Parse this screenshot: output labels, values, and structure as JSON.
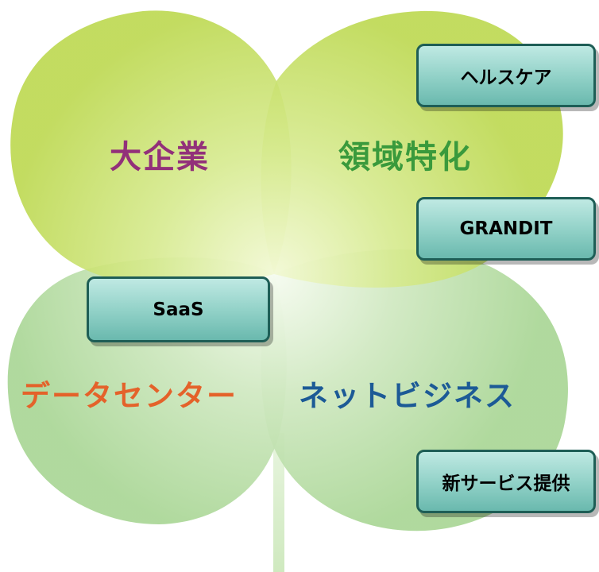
{
  "leaves": {
    "top_left": {
      "label": "大企業",
      "color": "#92307a"
    },
    "top_right": {
      "label": "領域特化",
      "color": "#3a9a3c"
    },
    "bottom_left": {
      "label": "データセンター",
      "color": "#e4622a"
    },
    "bottom_right": {
      "label": "ネットビジネス",
      "color": "#1c5a96"
    }
  },
  "tags": {
    "healthcare": "ヘルスケア",
    "grandit": "GRANDIT",
    "saas": "SaaS",
    "new_service": "新サービス提供"
  },
  "colors": {
    "upper_leaves": "#c9e06a",
    "lower_leaves": "#b8dea8",
    "stem": "#d9efcc",
    "tag_border": "#1e5e56",
    "tag_fill": "#8fd0c6"
  }
}
